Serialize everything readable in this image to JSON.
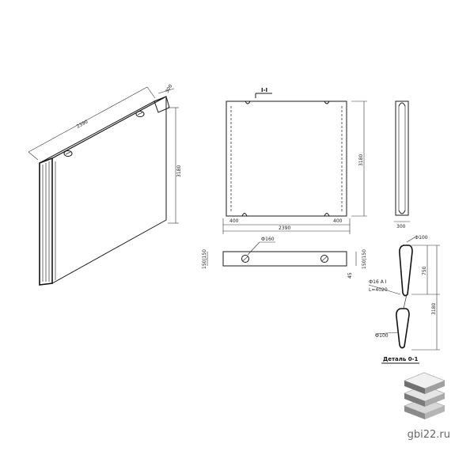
{
  "drawing": {
    "iso_length": "2390",
    "iso_thickness": "300",
    "iso_height": "3180",
    "front_width": "2390",
    "front_height": "3180",
    "front_left_offset": "400",
    "front_right_offset": "400",
    "side_thickness": "300",
    "top_hole_diameter": "Ф160",
    "top_dims_left": "150|150",
    "top_dims_right": "150|150",
    "top_dims_small": "45",
    "section_cut_label": "I-I",
    "detail_top_diameter": "Ф100",
    "detail_mid_spacing": "750",
    "detail_rebar": "Ф16 А I",
    "detail_rebar_length": "L=4020",
    "detail_bottom_diameter": "Ф100",
    "detail_total_height": "3180",
    "detail_caption": "Деталь 0-1"
  },
  "brand": {
    "site": "gbi22.ru",
    "logo_icon": "stacked-slabs-icon"
  }
}
